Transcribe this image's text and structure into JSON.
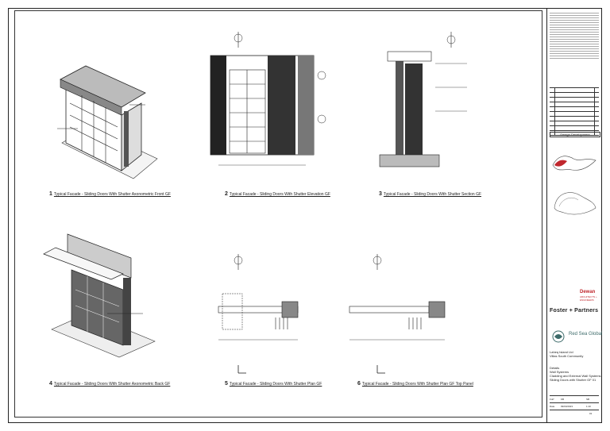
{
  "captions": [
    {
      "num": "1",
      "text": "Typical Facade - Sliding Doors With Shutter Axonometric Front GF"
    },
    {
      "num": "2",
      "text": "Typical Facade - Sliding Doors With Shutter Elevation GF"
    },
    {
      "num": "3",
      "text": "Typical Facade - Sliding Doors With Shutter Section GF"
    },
    {
      "num": "4",
      "text": "Typical Facade - Sliding Doors With Shutter Axonometric Back GF"
    },
    {
      "num": "5",
      "text": "Typical Facade - Sliding Doors With Shutter Plan GF"
    },
    {
      "num": "6",
      "text": "Typical Facade - Sliding Doors With Shutter Plan GF Top Panel"
    }
  ],
  "titleblock": {
    "stage": "Design Development",
    "consultant_name": "Dewan",
    "consultant_sub": "ARCHITECTS + ENGINEERS",
    "architect": "Foster + Partners",
    "client": "Red Sea Global",
    "project_line1": "Laheq Island Ltd",
    "project_line2": "Villas South Community",
    "drawing_line1": "Details",
    "drawing_line2": "Wall Systems",
    "drawing_line3": "Cladding and External Wall Systems",
    "drawing_line4": "Sliding Doors with Shutter GF 01",
    "drawn_label": "FoP",
    "drawn_value": "KB",
    "checked_value": "SB",
    "date_label": "Date",
    "date_value": "09/03/2023",
    "scale_value": "1:10",
    "revision": "01"
  }
}
